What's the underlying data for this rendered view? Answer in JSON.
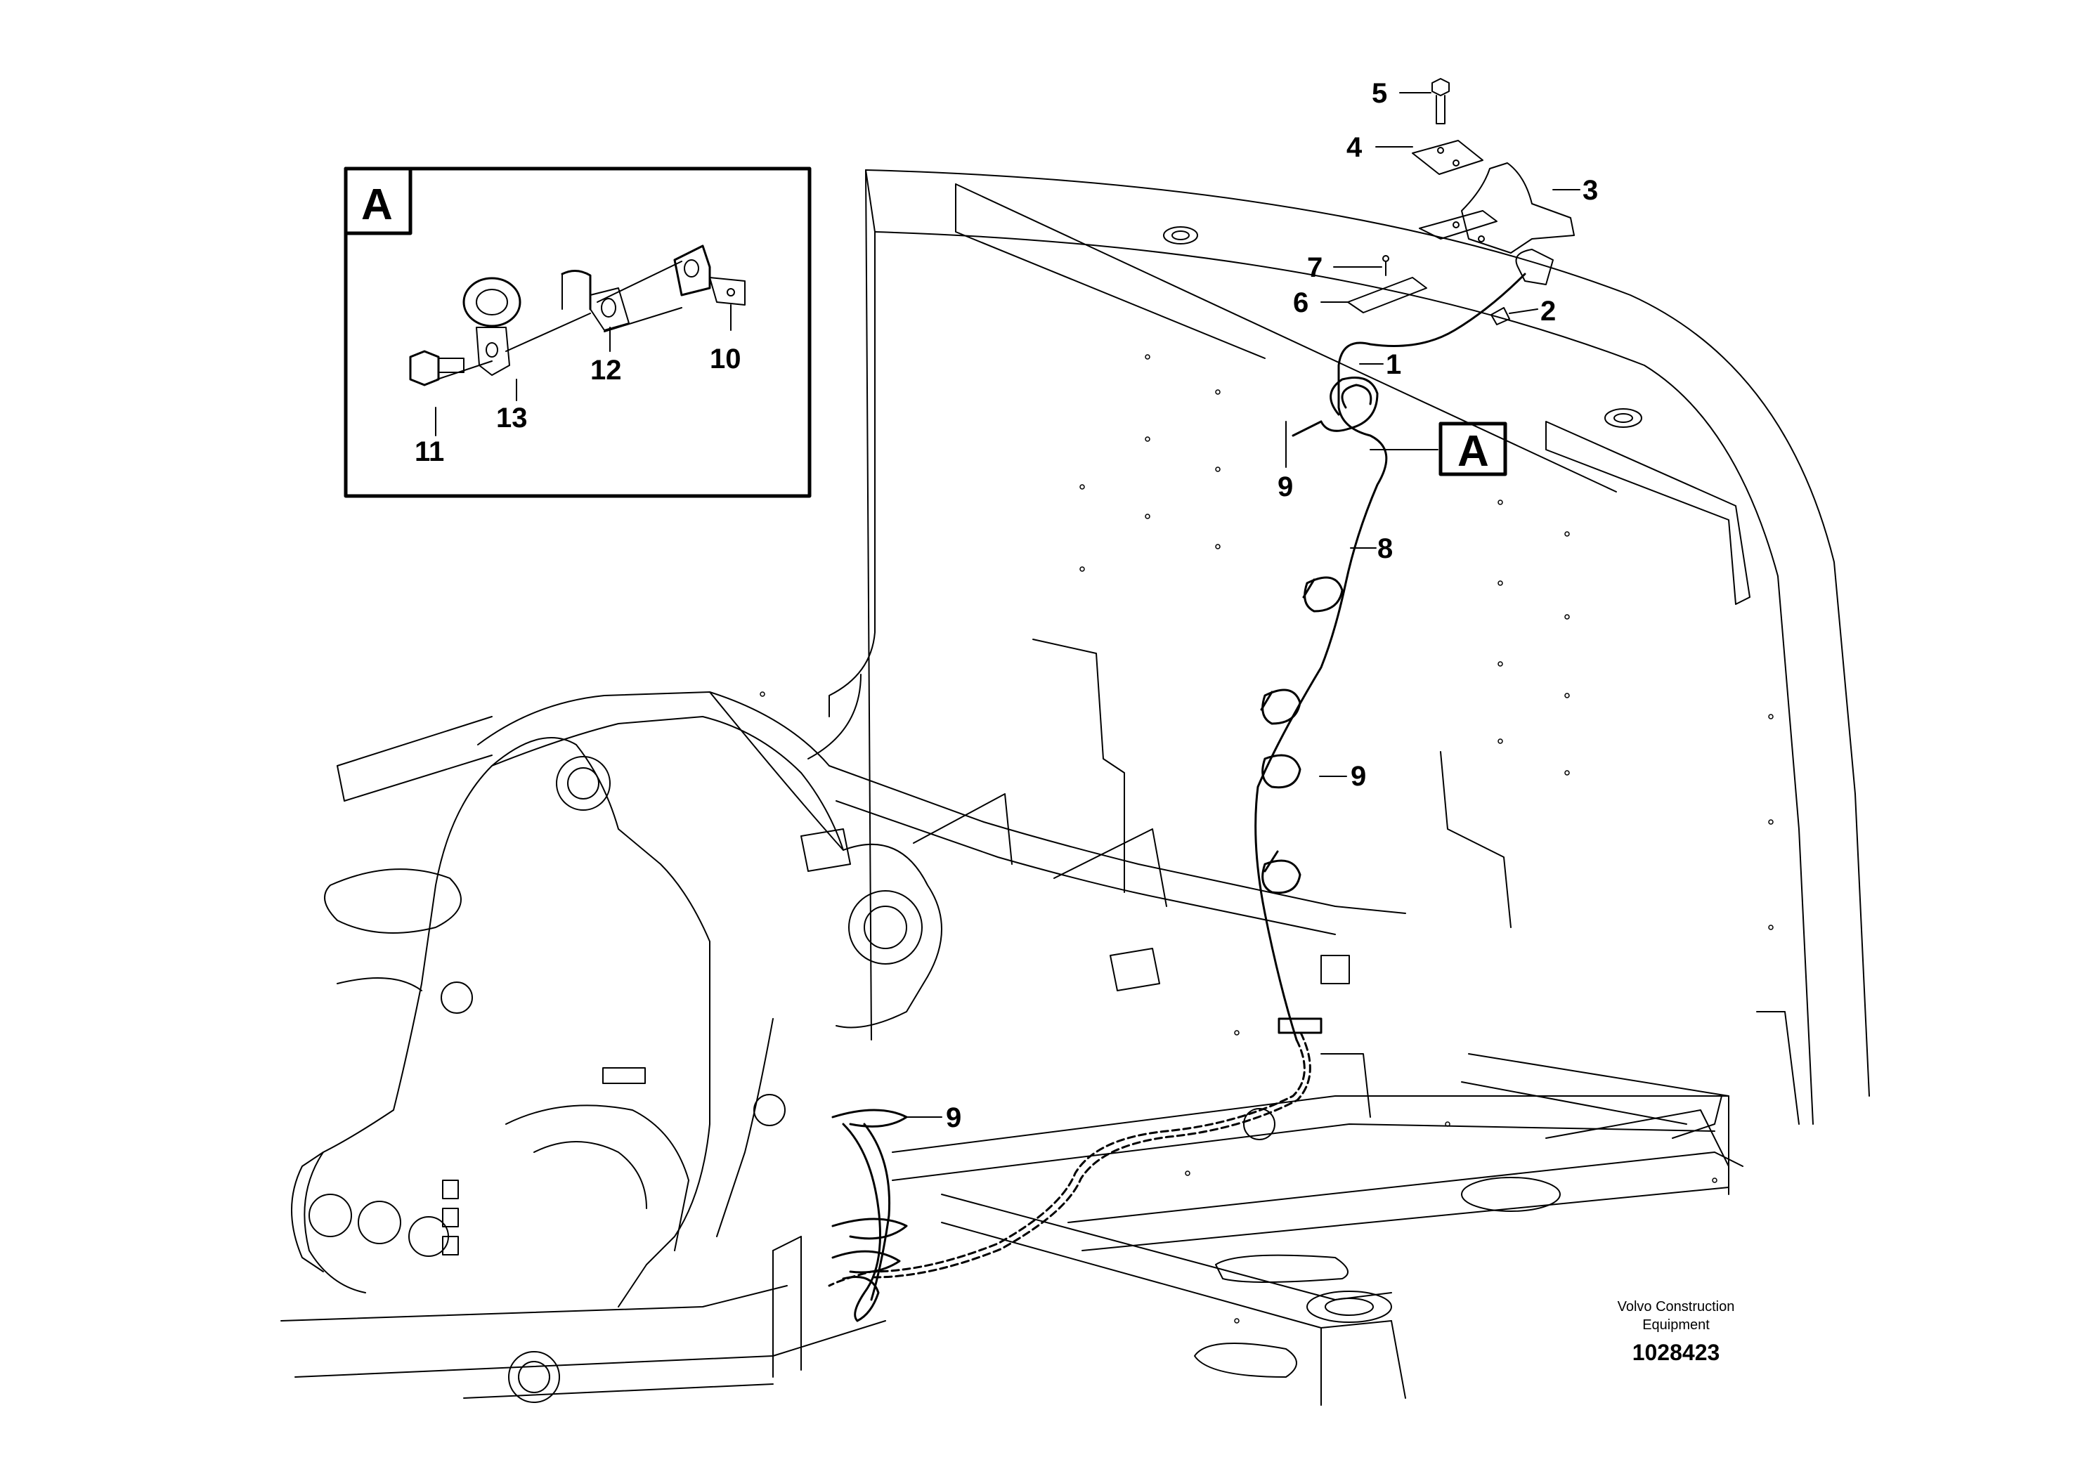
{
  "diagram": {
    "callouts": {
      "c1": "1",
      "c2": "2",
      "c3": "3",
      "c4": "4",
      "c5": "5",
      "c6": "6",
      "c7": "7",
      "c8": "8",
      "c9a": "9",
      "c9b": "9",
      "c9c": "9",
      "c10": "10",
      "c11": "11",
      "c12": "12",
      "c13": "13"
    },
    "detail_marker": "A",
    "detail_box_label": "A",
    "credit_line1": "Volvo Construction",
    "credit_line2": "Equipment",
    "document_number": "1028423"
  }
}
